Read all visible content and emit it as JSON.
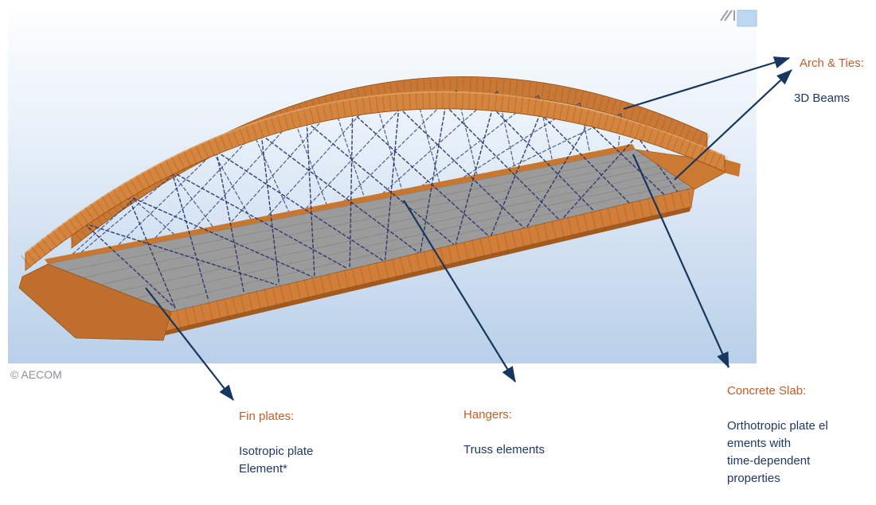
{
  "figure": {
    "copyright": "© AECOM",
    "corner_icon": "rotate-indicator"
  },
  "colors": {
    "label_title": "#C45E26",
    "label_desc": "#1F3864",
    "arrow": "#17375E",
    "arch_orange": "#D0813F",
    "arch_shadow": "#8F5016",
    "slab_gray": "#9B9B9B",
    "hanger_navy": "#28356B",
    "viewport_top": "#FDFEFF",
    "viewport_bottom": "#B9D0E9"
  },
  "annotations": {
    "arch_ties": {
      "title": "Arch & Ties:",
      "desc": "3D Beams"
    },
    "fin_plates": {
      "title": "Fin plates:",
      "desc": "Isotropic plate\nElement*"
    },
    "hangers": {
      "title": "Hangers:",
      "desc": "Truss elements"
    },
    "concrete_slab": {
      "title": "Concrete Slab:",
      "desc": "Orthotropic plate el\nements with\ntime-dependent\nproperties"
    }
  }
}
